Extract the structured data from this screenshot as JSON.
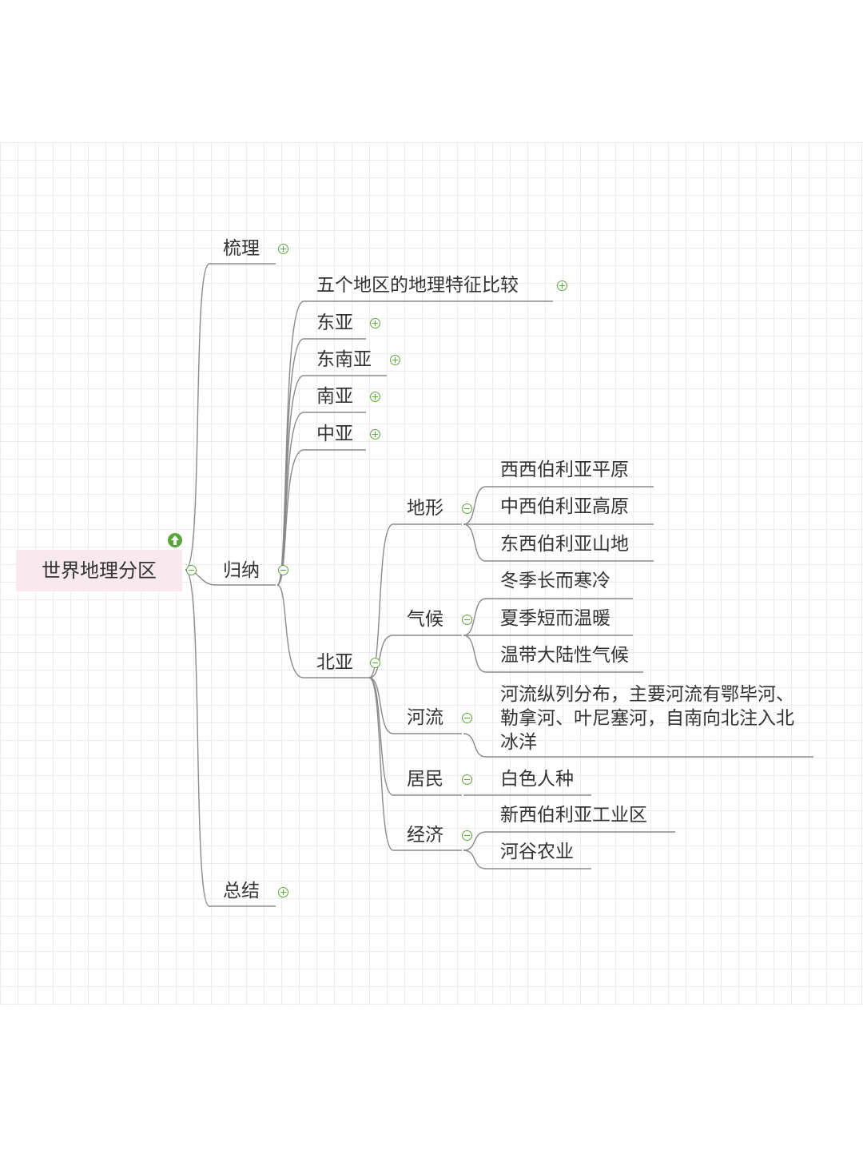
{
  "root": {
    "label": "世界地理分区"
  },
  "branches": {
    "shuli": "梳理",
    "guina": "归纳",
    "zongjie": "总结"
  },
  "guina_children": {
    "compare": "五个地区的地理特征比较",
    "east_asia": "东亚",
    "southeast_asia": "东南亚",
    "south_asia": "南亚",
    "central_asia": "中亚",
    "north_asia": "北亚"
  },
  "north_asia": {
    "terrain": {
      "label": "地形",
      "items": [
        "西西伯利亚平原",
        "中西伯利亚高原",
        "东西伯利亚山地"
      ]
    },
    "climate": {
      "label": "气候",
      "items": [
        "冬季长而寒冷",
        "夏季短而温暖",
        "温带大陆性气候"
      ]
    },
    "rivers": {
      "label": "河流",
      "text": "河流纵列分布，主要河流有鄂毕河、勒拿河、叶尼塞河，自南向北注入北冰洋"
    },
    "residents": {
      "label": "居民",
      "items": [
        "白色人种"
      ]
    },
    "economy": {
      "label": "经济",
      "items": [
        "新西伯利亚工业区",
        "河谷农业"
      ]
    }
  },
  "icons": {
    "collapse": "minus-circle-icon",
    "expand": "plus-circle-icon",
    "up": "up-arrow-icon"
  },
  "colors": {
    "root_bg": "#f8e9ee",
    "toggle": "#5aa63a",
    "line": "#8a8a8a"
  }
}
